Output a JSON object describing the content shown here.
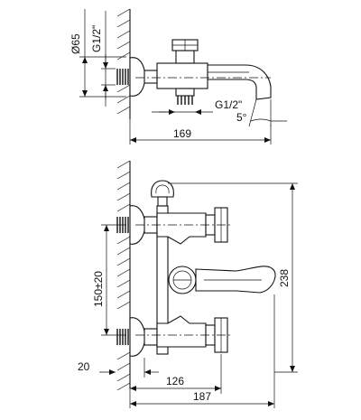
{
  "dimensions": {
    "diameter": "Ø65",
    "thread_top": "G1/2\"",
    "length_top": "169",
    "thread_outlet": "G1/2\"",
    "angle": "5°",
    "centers": "150±20",
    "height": "238",
    "offset": "20",
    "width_126": "126",
    "width_187": "187"
  }
}
